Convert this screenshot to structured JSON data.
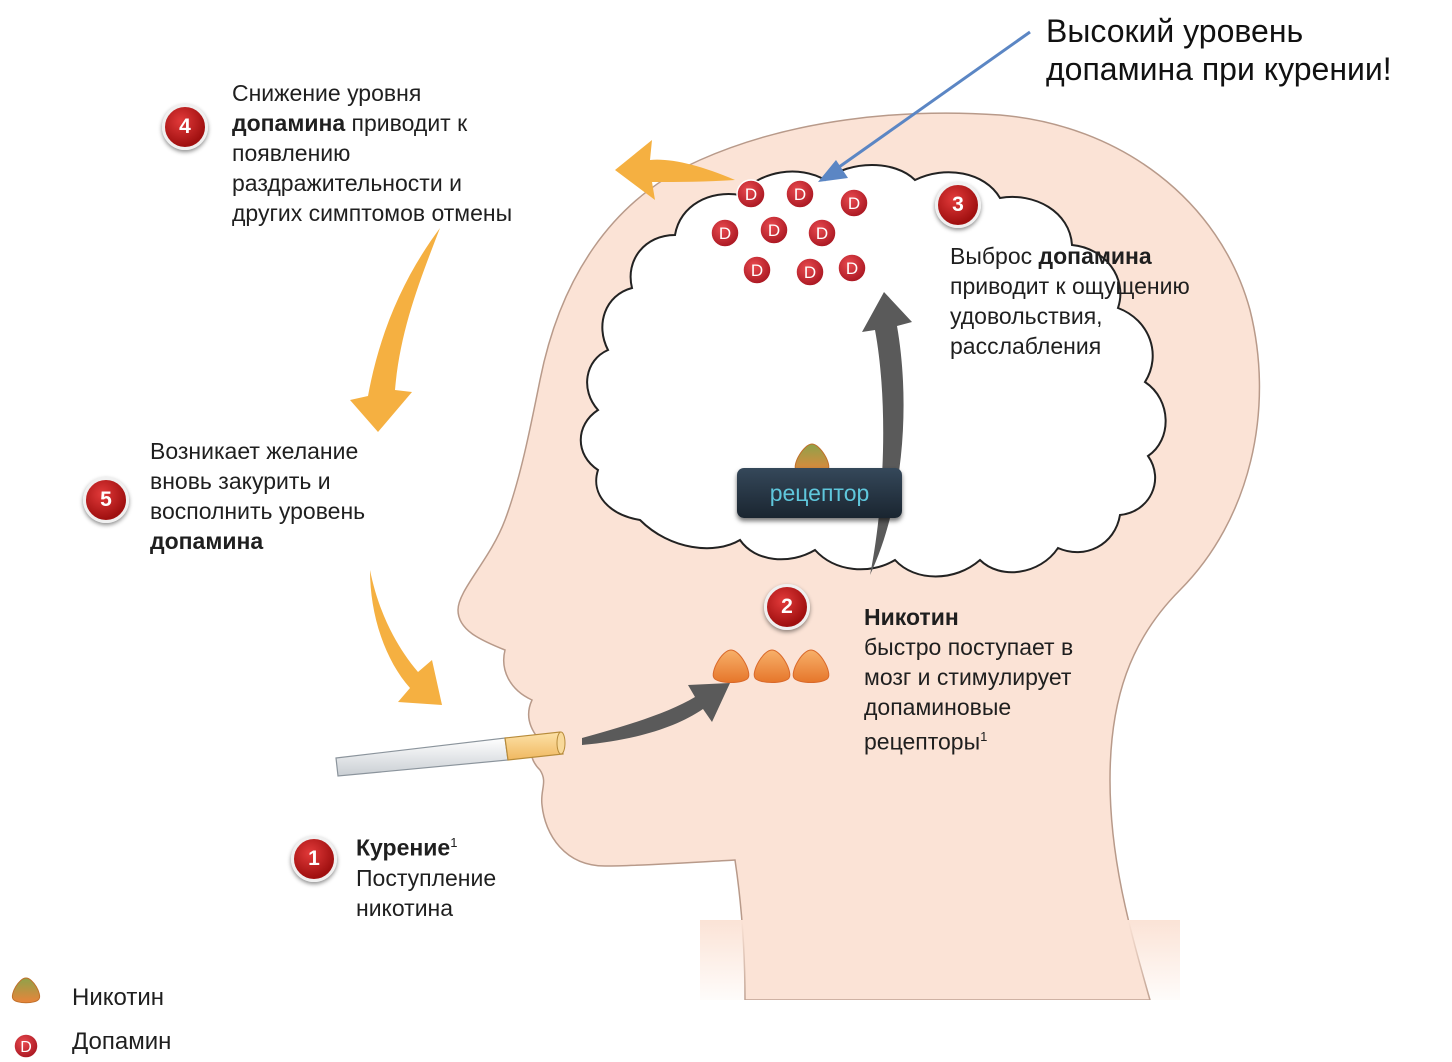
{
  "headline": {
    "line1": "Высокий уровень",
    "line2": "допамина при курении!"
  },
  "receptor_label": "рецептор",
  "dopamine_letter": "D",
  "steps": [
    {
      "number": "1",
      "bold": "Курение",
      "sup": "1",
      "line2": "Поступление",
      "line3": "никотина"
    },
    {
      "number": "2",
      "bold": "Никотин",
      "line2": "быстро поступает в",
      "line3": "мозг и стимулирует",
      "line4": "допаминовые",
      "line5": "рецепторы",
      "sup": "1"
    },
    {
      "number": "3",
      "pre": "Выброс ",
      "bold": "допамина",
      "line2": "приводит к ощущению",
      "line3": "удовольствия,",
      "line4": "расслабления"
    },
    {
      "number": "4",
      "line1": "Снижение уровня",
      "bold": "допамина",
      "post": " приводит к",
      "line3": "появлению",
      "line4": "раздражительности и",
      "line5": "других  симптомов отмены"
    },
    {
      "number": "5",
      "line1": "Возникает желание",
      "line2": "вновь закурить и",
      "line3": "восполнить уровень",
      "bold": "допамина"
    }
  ],
  "legend": {
    "nicotine": "Никотин",
    "dopamine": "Допамин"
  },
  "colors": {
    "skin": "#fbe3d6",
    "skin_outline": "#b89a8a",
    "dopamine_red": "#c0202a",
    "orange_arrow": "#f5b041",
    "grey_arrow": "#5a5a5a",
    "blue_pointer": "#5b86c4",
    "badge_red": "#b71c1c",
    "receptor_bg": "#253442",
    "receptor_text": "#5fc7dc",
    "nicotine_orange": "#f0913a"
  }
}
